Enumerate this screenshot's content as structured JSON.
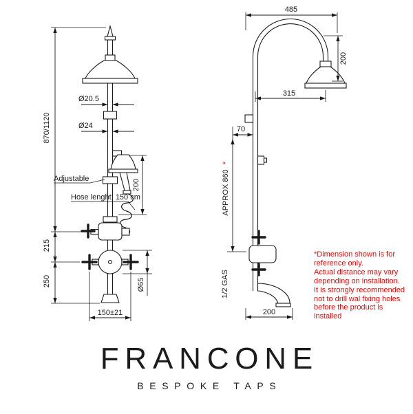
{
  "drawing": {
    "front_view": {
      "dim_head_diameter": "Ø20.5",
      "dim_pipe_diameter": "Ø24",
      "dim_total_height": "870/1120",
      "dim_handshower_travel": "200",
      "label_adjustable": "Adjustable",
      "label_hose": "Hose lenght: 150 cm",
      "dim_valve_gap": "215",
      "dim_outlet_height": "250",
      "dim_escutcheon_diameter": "Ø65",
      "dim_fixing_centers": "150±21"
    },
    "side_view": {
      "dim_total_reach": "485",
      "dim_head_drop": "200",
      "dim_head_offset": "315",
      "dim_wall_clearance": "70",
      "dim_approx_height": "APPROX 860",
      "asterisk": "*",
      "label_connection": "1/2 GAS",
      "dim_spout_reach": "200"
    }
  },
  "note": {
    "text": "*Dimension shown is for\nreference only.\nActual distance may vary\ndepending on installation.\nIt is strongly recommended\nnot to drill wal fixing holes\nbefore the product is\ninstalled",
    "color": "#FF0000"
  },
  "logo": {
    "brand": "FRANCONE",
    "tagline": "BESPOKE TAPS"
  },
  "colors": {
    "line": "#1a1a1a",
    "accent_red": "#FF0000",
    "background": "#FFFFFF"
  }
}
